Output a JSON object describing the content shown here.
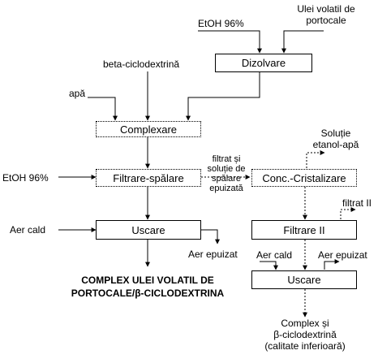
{
  "boxes": {
    "dizolvare": "Dizolvare",
    "complexare": "Complexare",
    "filtrare_spalare": "Filtrare-spălare",
    "uscare_left": "Uscare",
    "conc_cristalizare": "Conc.-Cristalizare",
    "filtrare_ii": "Filtrare II",
    "uscare_right": "Uscare"
  },
  "inputs": {
    "etoh_top": "EtOH 96%",
    "ulei_line1": "Ulei volatil de",
    "ulei_line2": "portocale",
    "beta_ciclodextrina": "beta-ciclodextrină",
    "apa": "apă",
    "etoh_left": "EtOH 96%",
    "aer_cald_left": "Aer cald",
    "aer_cald_right": "Aer cald"
  },
  "outputs": {
    "filtrat_line1": "filtrat și",
    "filtrat_line2": "soluție de",
    "filtrat_line3": "spălare",
    "filtrat_line4": "epuizată",
    "solutie_line1": "Soluție",
    "solutie_line2": "etanol-apă",
    "filtrat_ii": "filtrat II",
    "aer_epuizat_left": "Aer epuizat",
    "aer_epuizat_right": "Aer epuizat",
    "final_line1": "COMPLEX ULEI VOLATIL DE",
    "final_line2": "PORTOCALE/β-CICLODEXTRINA",
    "complex_line1": "Complex și",
    "complex_line2": "β-ciclodextrină",
    "complex_line3": "(calitate inferioară)"
  }
}
